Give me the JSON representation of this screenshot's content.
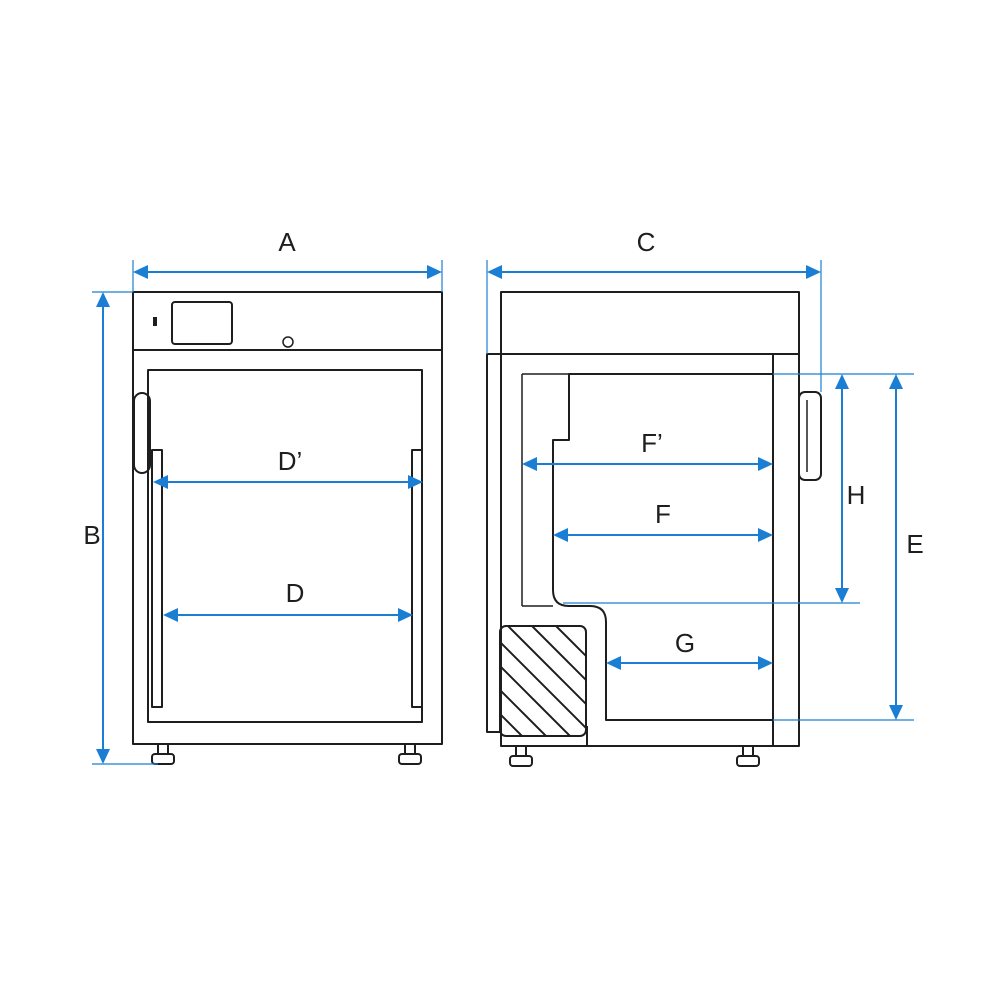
{
  "labels": {
    "a": "A",
    "b": "B",
    "c": "C",
    "d": "D",
    "d_prime": "D’",
    "e": "E",
    "f": "F",
    "f_prime": "F’",
    "g": "G",
    "h": "H"
  },
  "colors": {
    "dimension": "#1a7fd4",
    "outline": "#1e1e1e"
  }
}
